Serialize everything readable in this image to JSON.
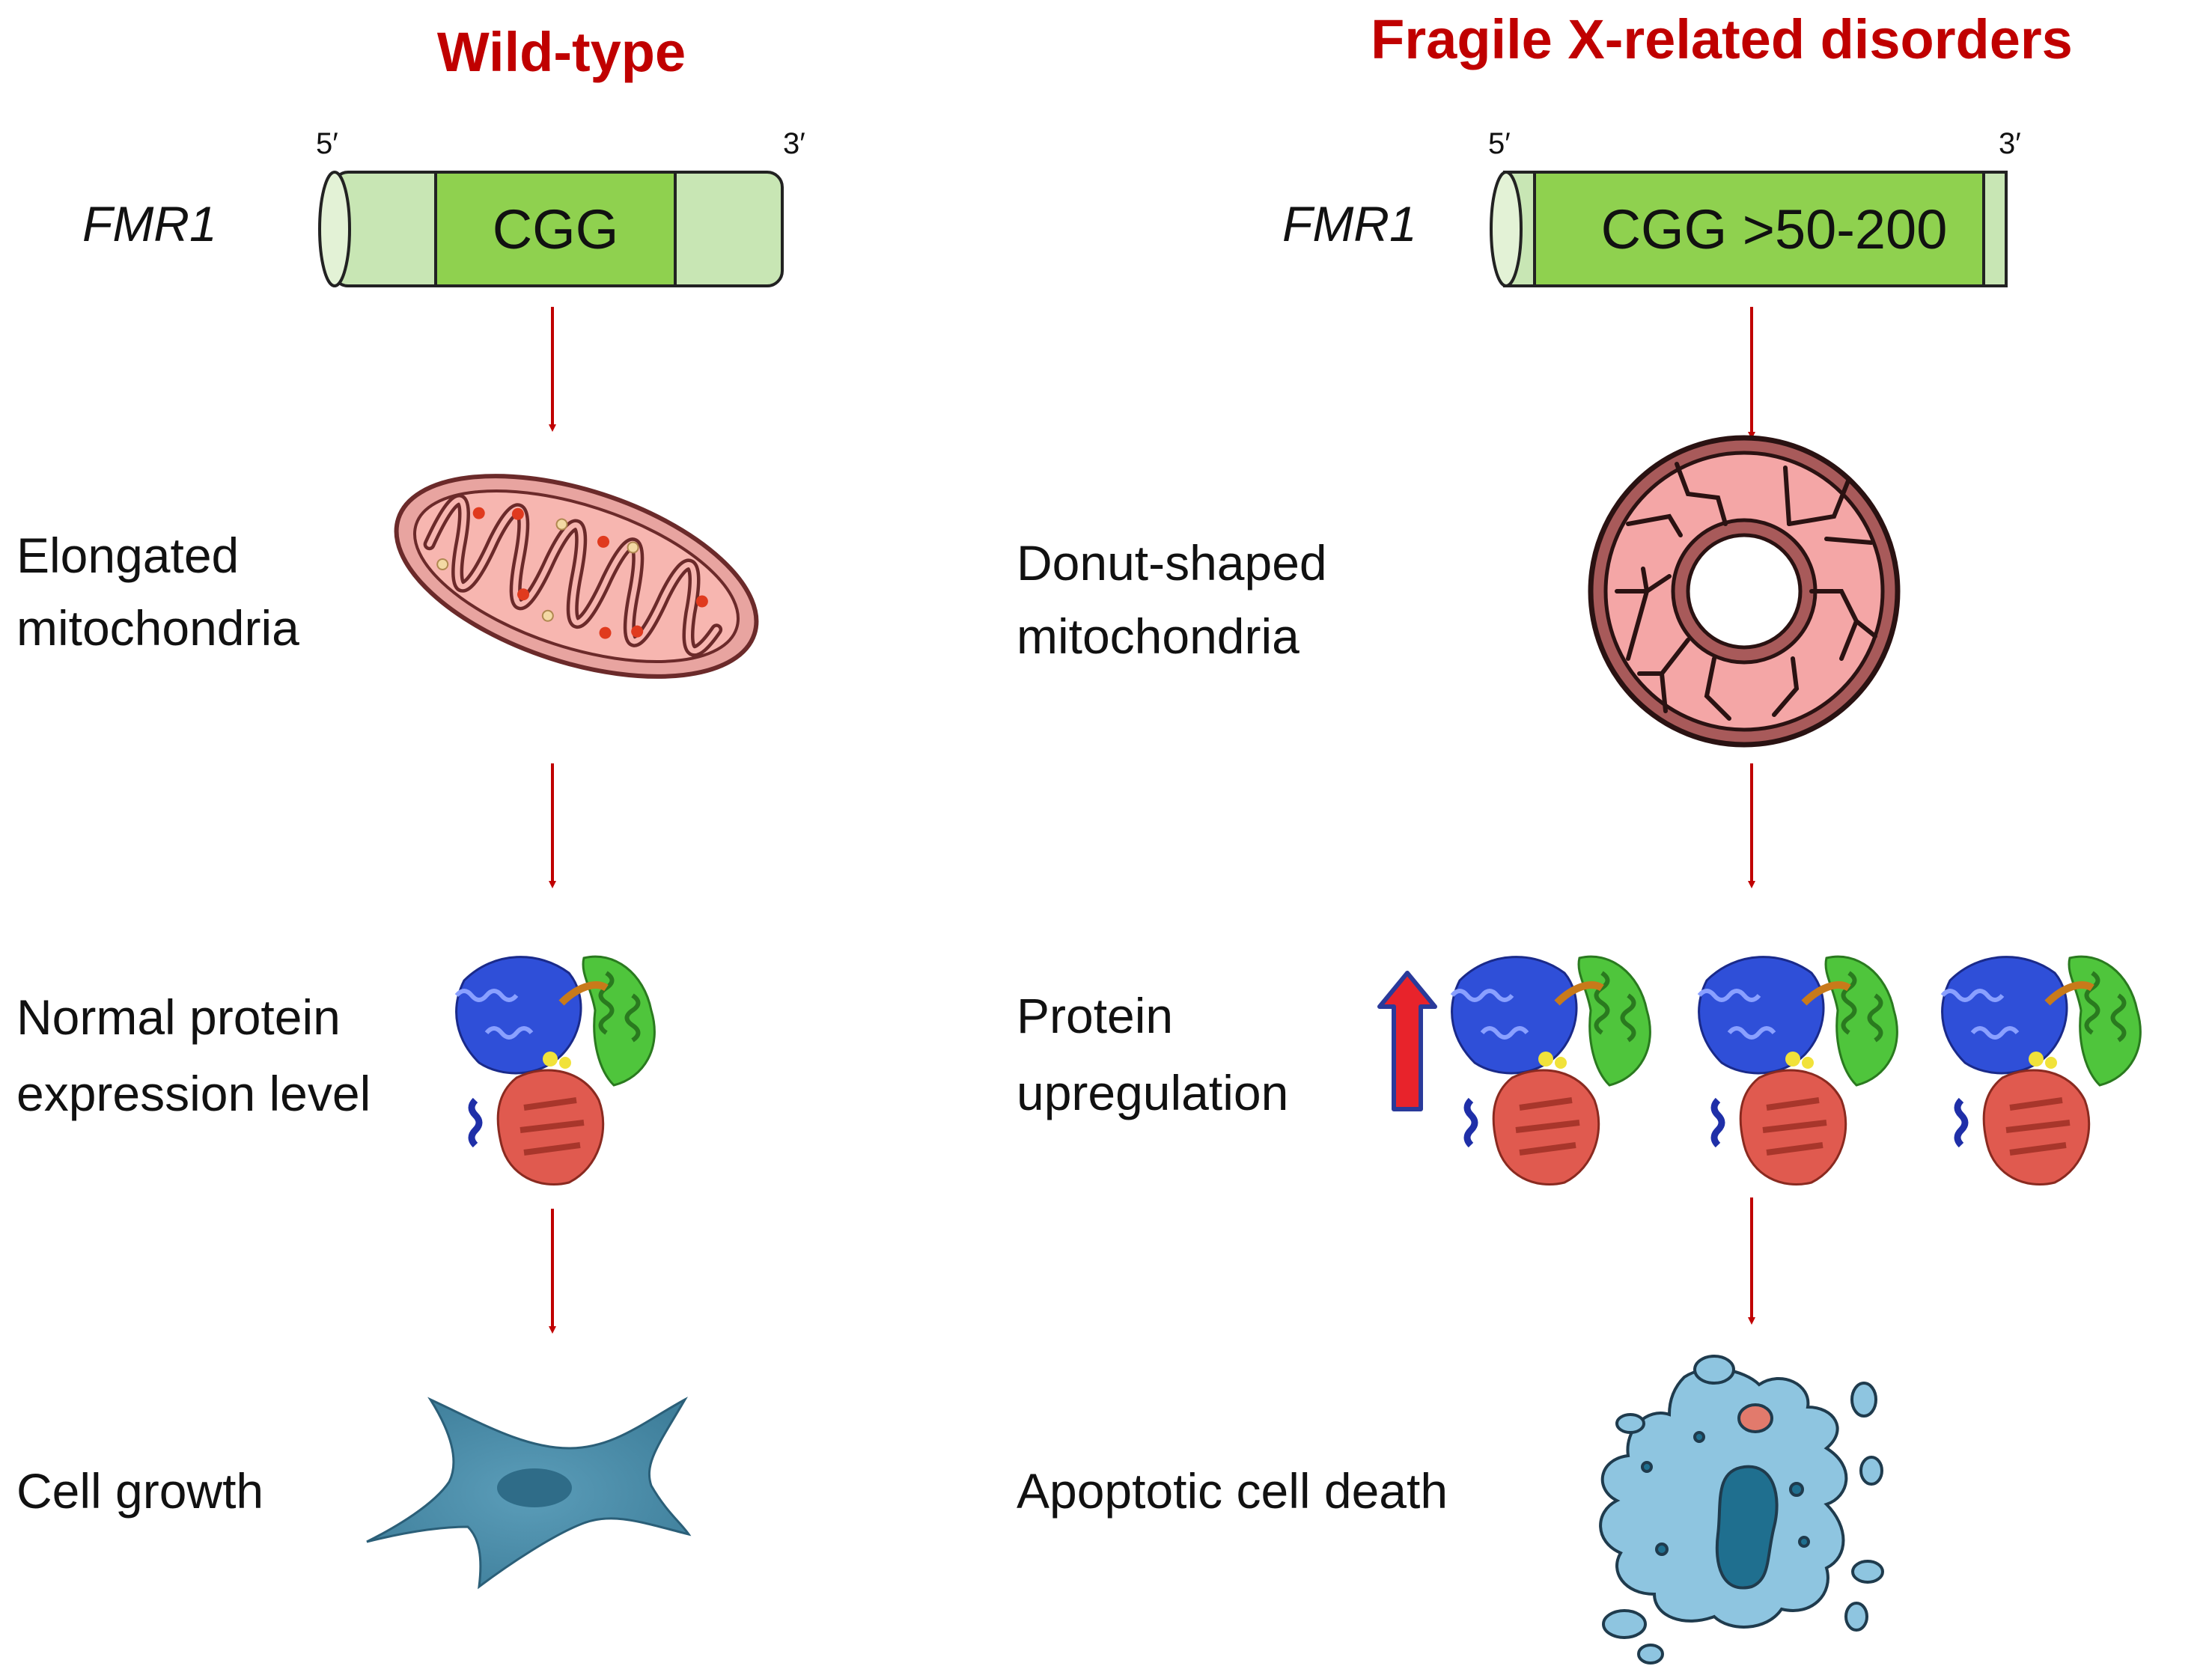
{
  "wildtype": {
    "title": "Wild-type",
    "gene": "FMR1",
    "five_prime": "5′",
    "three_prime": "3′",
    "repeat": "CGG",
    "steps": [
      {
        "line1": "Elongated",
        "line2": "mitochondria"
      },
      {
        "line1": "Normal protein",
        "line2": "expression level"
      },
      {
        "line1": "Cell growth",
        "line2": ""
      }
    ]
  },
  "fragile": {
    "title": "Fragile X-related disorders",
    "gene": "FMR1",
    "five_prime": "5′",
    "three_prime": "3′",
    "repeat": "CGG >50-200",
    "steps": [
      {
        "line1": "Donut-shaped",
        "line2": "mitochondria"
      },
      {
        "line1": "Protein",
        "line2": "upregulation"
      },
      {
        "line1": "Apoptotic cell death",
        "line2": ""
      }
    ]
  },
  "colors": {
    "title_red": "#c00000",
    "arrow_red": "#c00000",
    "gene_light_green": "#c8e6b4",
    "gene_green": "#8fd14f",
    "mito_pink": "#f4a6a6",
    "mito_outline": "#8b3a3a",
    "cell_blue": "#4a8fab",
    "apoptotic_blue": "#8ec5e0"
  }
}
